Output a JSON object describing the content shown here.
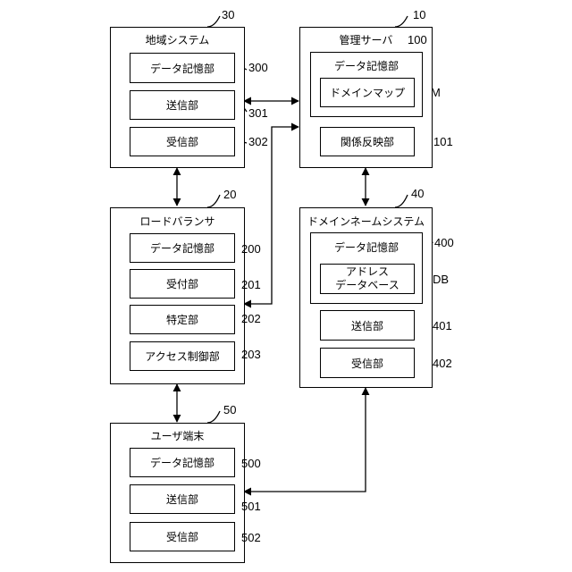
{
  "regional_system": {
    "ref": "30",
    "title": "地域システム",
    "blocks": [
      {
        "label": "データ記憶部",
        "ref": "300"
      },
      {
        "label": "送信部",
        "ref": "301"
      },
      {
        "label": "受信部",
        "ref": "302"
      }
    ]
  },
  "management_server": {
    "ref": "10",
    "title": "管理サーバ",
    "storage": {
      "label": "データ記憶部",
      "ref": "100"
    },
    "domain_map": {
      "label": "ドメインマップ",
      "ref": "M"
    },
    "reflection": {
      "label": "関係反映部",
      "ref": "101"
    }
  },
  "load_balancer": {
    "ref": "20",
    "title": "ロードバランサ",
    "blocks": [
      {
        "label": "データ記憶部",
        "ref": "200"
      },
      {
        "label": "受付部",
        "ref": "201"
      },
      {
        "label": "特定部",
        "ref": "202"
      },
      {
        "label": "アクセス制御部",
        "ref": "203"
      }
    ]
  },
  "dns": {
    "ref": "40",
    "title": "ドメインネームシステム",
    "storage": {
      "label": "データ記憶部",
      "ref": "400"
    },
    "db": {
      "label_line1": "アドレス",
      "label_line2": "データベース",
      "ref": "DB"
    },
    "blocks": [
      {
        "label": "送信部",
        "ref": "401"
      },
      {
        "label": "受信部",
        "ref": "402"
      }
    ]
  },
  "user_terminal": {
    "ref": "50",
    "title": "ユーザ端末",
    "blocks": [
      {
        "label": "データ記憶部",
        "ref": "500"
      },
      {
        "label": "送信部",
        "ref": "501"
      },
      {
        "label": "受信部",
        "ref": "502"
      }
    ]
  }
}
